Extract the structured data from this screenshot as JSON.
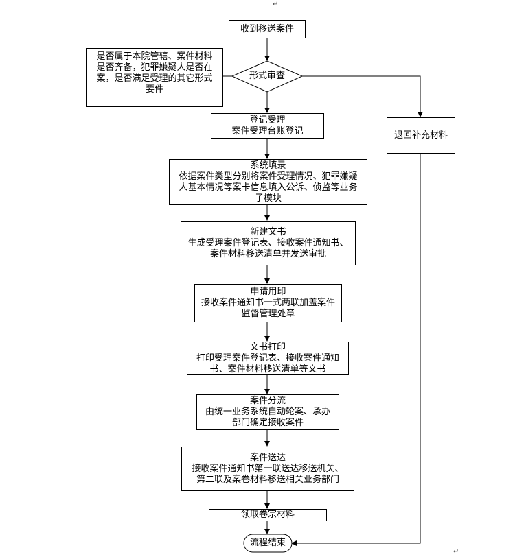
{
  "marks": {
    "return_symbol": "↵"
  },
  "flow": {
    "start": "收到移送案件",
    "review": "形式审查",
    "review_note": [
      "是否属于本院管辖、案件材料",
      "是否齐备，犯罪嫌疑人是否在",
      "案，是否满足受理的其它形式",
      "要件"
    ],
    "return_box": "退回补充材料",
    "register": {
      "title": "登记受理",
      "desc": [
        "案件受理台账登记"
      ]
    },
    "entry": {
      "title": "系统填录",
      "desc": [
        "依据案件类型分别将案件受理情况、犯罪嫌疑",
        "人基本情况等案卡信息填入公诉、侦监等业务",
        "子模块"
      ]
    },
    "new_doc": {
      "title": "新建文书",
      "desc": [
        "生成受理案件登记表、接收案件通知书、",
        "案件材料移送清单并发送审批"
      ]
    },
    "seal": {
      "title": "申请用印",
      "desc": [
        "接收案件通知书一式两联加盖案件",
        "监督管理处章"
      ]
    },
    "print": {
      "title": "文书打印",
      "desc": [
        "打印受理案件登记表、接收案件通知",
        "书、案件材料移送清单等文书"
      ]
    },
    "divert": {
      "title": "案件分流",
      "desc": [
        "由统一业务系统自动轮案、承办",
        "部门确定接收案件"
      ]
    },
    "deliver": {
      "title": "案件送达",
      "desc": [
        "接收案件通知书第一联送达移送机关、",
        "第二联及案卷材料移送相关业务部门"
      ]
    },
    "collect": "领取卷宗材料",
    "end": "流程结束"
  }
}
